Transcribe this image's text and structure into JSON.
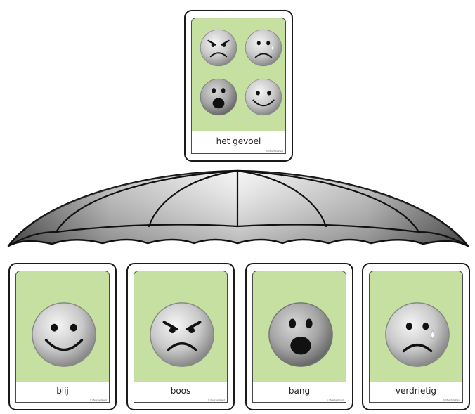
{
  "top_card": {
    "label": "het gevoel",
    "credit": "© Meertaligheid"
  },
  "cards": [
    {
      "label": "blij",
      "credit": "© Meertaligheid",
      "icon": "happy-face-icon"
    },
    {
      "label": "boos",
      "credit": "© Meertaligheid",
      "icon": "angry-face-icon"
    },
    {
      "label": "bang",
      "credit": "© Meertaligheid",
      "icon": "scared-face-icon"
    },
    {
      "label": "verdrietig",
      "credit": "© Meertaligheid",
      "icon": "sad-face-icon"
    }
  ],
  "colors": {
    "card_art": "#c5e0a0",
    "umbrella_dark": "#4a4a4a",
    "umbrella_light": "#f2f2f2"
  }
}
